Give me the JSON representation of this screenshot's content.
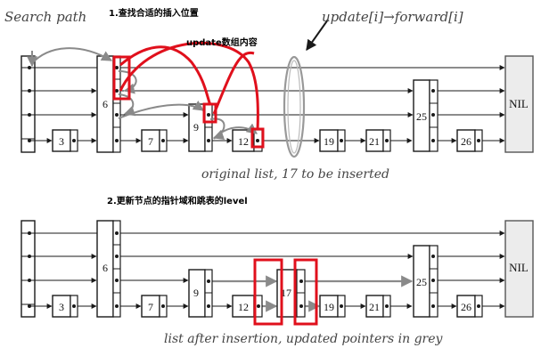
{
  "labels": {
    "search_path": "Search path",
    "step1": "1.查找合适的插入位置",
    "update_array": "update数组内容",
    "update_forward": "update[i]→forward[i]",
    "caption_top": "original list, 17 to be inserted",
    "step2": "2.更新节点的指针域和跳表的level",
    "caption_bottom": "list after insertion, updated pointers in grey",
    "nil": "NIL"
  },
  "top_keys": [
    "6",
    "3",
    "7",
    "9",
    "12",
    "19",
    "21",
    "25",
    "26"
  ],
  "bottom_keys": [
    "6",
    "3",
    "7",
    "9",
    "12",
    "17",
    "19",
    "21",
    "25",
    "26"
  ],
  "colors": {
    "highlight": "#e0101c",
    "grey_pointer": "#8a8a8a",
    "node_border": "#1a1a1a",
    "nil_fill": "#ececec"
  },
  "icons": [
    "arrow-icon",
    "ellipse-ring-icon"
  ]
}
